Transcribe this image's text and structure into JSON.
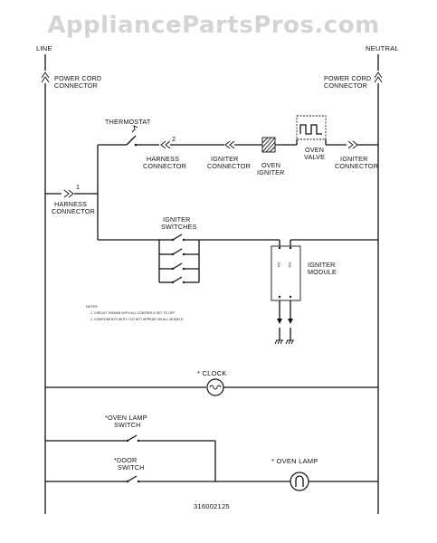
{
  "watermark": "AppliancePartsPros.com",
  "rails": {
    "line": "LINE",
    "neutral": "NEUTRAL"
  },
  "labels": {
    "power_cord_left": [
      "POWER CORD",
      "CONNECTOR"
    ],
    "power_cord_right": [
      "POWER CORD",
      "CONNECTOR"
    ],
    "thermostat": "THERMOSTAT",
    "harness_top": [
      "HARNESS",
      "CONNECTOR"
    ],
    "harness_top_num": "2",
    "igniter_conn_left": [
      "IGNITER",
      "CONNECTOR"
    ],
    "oven_igniter": [
      "OVEN",
      "IGNITER"
    ],
    "oven_valve": [
      "OVEN",
      "VALVE"
    ],
    "igniter_conn_right": [
      "IGNITER",
      "CONNECTOR"
    ],
    "harness_left_num": "1",
    "harness_left": [
      "HARNESS",
      "CONNECTOR"
    ],
    "igniter_switches": [
      "IGNITER",
      "SWITCHES"
    ],
    "module_pin_left": "N/L",
    "module_pin_right": "NO",
    "igniter_module": [
      "IGNITER",
      "MODULE"
    ],
    "clock": "* CLOCK",
    "oven_lamp_switch": [
      "*OVEN LAMP",
      "SWITCH"
    ],
    "door_switch": [
      "*DOOR",
      "SWITCH"
    ],
    "oven_lamp": "* OVEN LAMP",
    "part_number": "316002125"
  },
  "notes": [
    "NOTES:",
    "1. CIRCUIT SHOWN WITH ALL CONTROLS SET TO OFF.",
    "2. COMPONENTS WITH * DO NOT APPEAR ON ALL MODELS."
  ]
}
